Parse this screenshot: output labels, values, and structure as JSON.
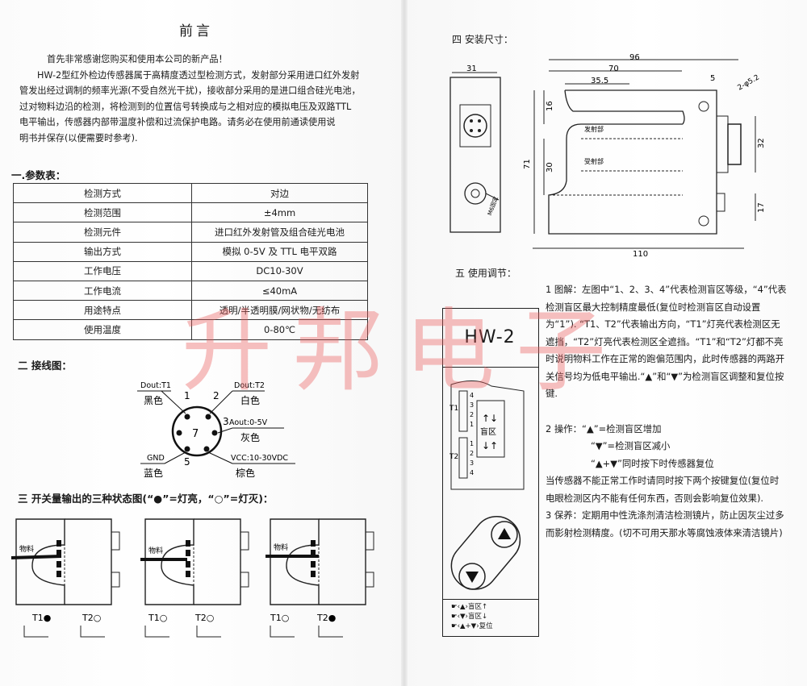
{
  "left": {
    "title": "前言",
    "intro": [
      "首先非常感谢您购买和使用本公司的新产品！",
      "HW-2型红外检边传感器属于高精度透过型检测方式，发射部分采用进口红外发射",
      "管发出经过调制的频率光源(不受自然光干扰)，接收部分采用的是进口组合硅光电池，",
      "过对物料边沿的检测，将检测到的位置信号转换成与之相对应的模拟电压及双路TTL",
      "电平输出，传感器内部带温度补偿和过流保护电路。请务必在使用前通读使用说",
      "明书并保存(以便需要时参考)."
    ],
    "section1": "一.参数表：",
    "params": [
      {
        "k": "检测方式",
        "v": "对边"
      },
      {
        "k": "检测范围",
        "v": "±4mm"
      },
      {
        "k": "检测元件",
        "v": "进口红外发射管及组合硅光电池"
      },
      {
        "k": "输出方式",
        "v": "模拟 0-5V 及 TTL 电平双路"
      },
      {
        "k": "工作电压",
        "v": "DC10-30V"
      },
      {
        "k": "工作电流",
        "v": "≤40mA"
      },
      {
        "k": "用途特点",
        "v": "透明/半透明膜/网状物/无纺布"
      },
      {
        "k": "使用温度",
        "v": "0-80℃"
      }
    ],
    "section2": "二 接线图：",
    "pins": {
      "p1_func": "Dout:T1",
      "p1_color": "黑色",
      "p1_num": "1",
      "p2_func": "Dout:T2",
      "p2_color": "白色",
      "p2_num": "2",
      "p3_func": "Aout:0-5V",
      "p3_color": "灰色",
      "p3_num": "3",
      "p4_func": "VCC:10-30VDC",
      "p4_color": "棕色",
      "p5_func": "GND",
      "p5_color": "蓝色",
      "p5_num": "5",
      "center": "7"
    },
    "section3": "三 开关量输出的三种状态图(“●”=灯亮，“○”=灯灭)：",
    "states": [
      {
        "material": "物料",
        "t1": "T1●",
        "t2": "T2○"
      },
      {
        "material": "物料",
        "t1": "T1○",
        "t2": "T2○"
      },
      {
        "material": "物料",
        "t1": "T1○",
        "t2": "T2●"
      }
    ]
  },
  "watermark": "升邦电子",
  "right": {
    "section4": "四 安装尺寸：",
    "dims": {
      "w96": "96",
      "w70": "70",
      "w355": "35.5",
      "w5": "5",
      "hole": "2-φ5.2",
      "w31": "31",
      "h16": "16",
      "h30": "30",
      "h71": "71",
      "h32": "32",
      "h17": "17",
      "w110": "110",
      "emit": "发射部",
      "recv": "受射部",
      "m6": "M6固定"
    },
    "section5": "五 使用调节：",
    "panel": {
      "model": "HW-2",
      "t1": "T1",
      "t2": "T2",
      "blind": "盲区",
      "t1_digits": [
        "4",
        "3",
        "2",
        "1"
      ],
      "t2_digits": [
        "1",
        "2",
        "3",
        "4"
      ],
      "legend": [
        "☛‹▲›盲区↑",
        "☛‹▼›盲区↓",
        "☛‹▲+▼›复位"
      ]
    },
    "text1": "1 图解：左图中“1、2、3、4”代表检测盲区等级，“4”代表检测盲区最大控制精度最低(复位时检测盲区自动设置为“1”). “T1、T2”代表输出方向，“T1”灯亮代表检测区无遮挡，“T2”灯亮代表检测区全遮挡。“T1”和“T2”灯都不亮时说明物料工作在正常的跑偏范围内，此时传感器的两路开关信号均为低电平输出.“▲”和“▼”为检测盲区调整和复位按键.",
    "text2_title": "2 操作：“▲”=检测盲区增加",
    "text2_b": "“▼”=检测盲区减小",
    "text2_c": "“▲+▼”同时按下时传感器复位",
    "text2_d": "当传感器不能正常工作时请同时按下两个按键复位(复位时电眼检测区内不能有任何东西，否则会影响复位效果).",
    "text3": "3 保养：定期用中性洗涤剂清洁检测镜片，防止因灰尘过多而影射检测精度。(切不可用天那水等腐蚀液体来清洁镜片)"
  }
}
